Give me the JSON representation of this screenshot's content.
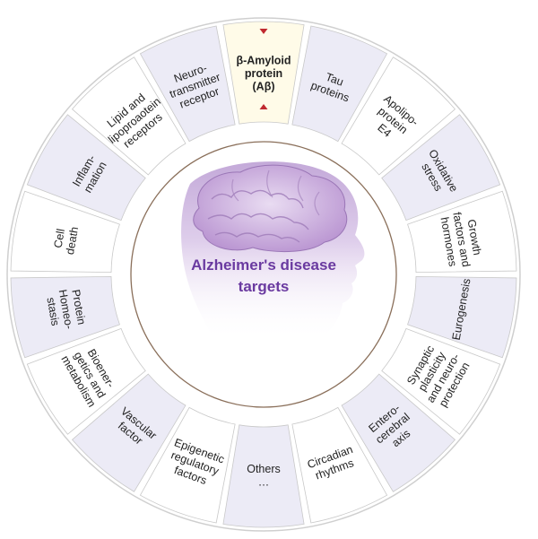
{
  "center": {
    "title_lines": [
      "Alzheimer's disease",
      "targets"
    ]
  },
  "colors": {
    "segment_a": "#ffffff",
    "segment_b": "#ecebf6",
    "segment_highlight": "#fffbe8",
    "highlight_text": "#b72a32",
    "marker": "#c0292f",
    "border": "#c8c8c8",
    "center_text": "#6a3aa0",
    "brain": "#c9a8dc"
  },
  "segments": [
    {
      "lines": [
        "β-Amyloid",
        "protein",
        "(Aβ)"
      ],
      "highlight": true
    },
    {
      "lines": [
        "Tau",
        "proteins"
      ]
    },
    {
      "lines": [
        "Apolipo-",
        "protein",
        "E4"
      ]
    },
    {
      "lines": [
        "Oxidative",
        "stress"
      ]
    },
    {
      "lines": [
        "Growth",
        "factors and",
        "hormones"
      ]
    },
    {
      "lines": [
        "Eurogenesis"
      ]
    },
    {
      "lines": [
        "Synaptic",
        "plasticity",
        "and neuro-",
        "protection"
      ]
    },
    {
      "lines": [
        "Entero-",
        "cerebral",
        "axis"
      ]
    },
    {
      "lines": [
        "Circadian",
        "rhythms"
      ]
    },
    {
      "lines": [
        "Others",
        "…"
      ]
    },
    {
      "lines": [
        "Epigenetic",
        "regulatory",
        "factors"
      ]
    },
    {
      "lines": [
        "Vascular",
        "factor"
      ]
    },
    {
      "lines": [
        "Bioener-",
        "getics and",
        "metabolism"
      ]
    },
    {
      "lines": [
        "Protein",
        "Homeo-",
        "stasis"
      ]
    },
    {
      "lines": [
        "Cell",
        "death"
      ]
    },
    {
      "lines": [
        "Inflam-",
        "mation"
      ]
    },
    {
      "lines": [
        "Lipid and",
        "lipoproaotein",
        "receptors"
      ]
    },
    {
      "lines": [
        "Neuro-",
        "transmitter",
        "receptor"
      ]
    }
  ]
}
